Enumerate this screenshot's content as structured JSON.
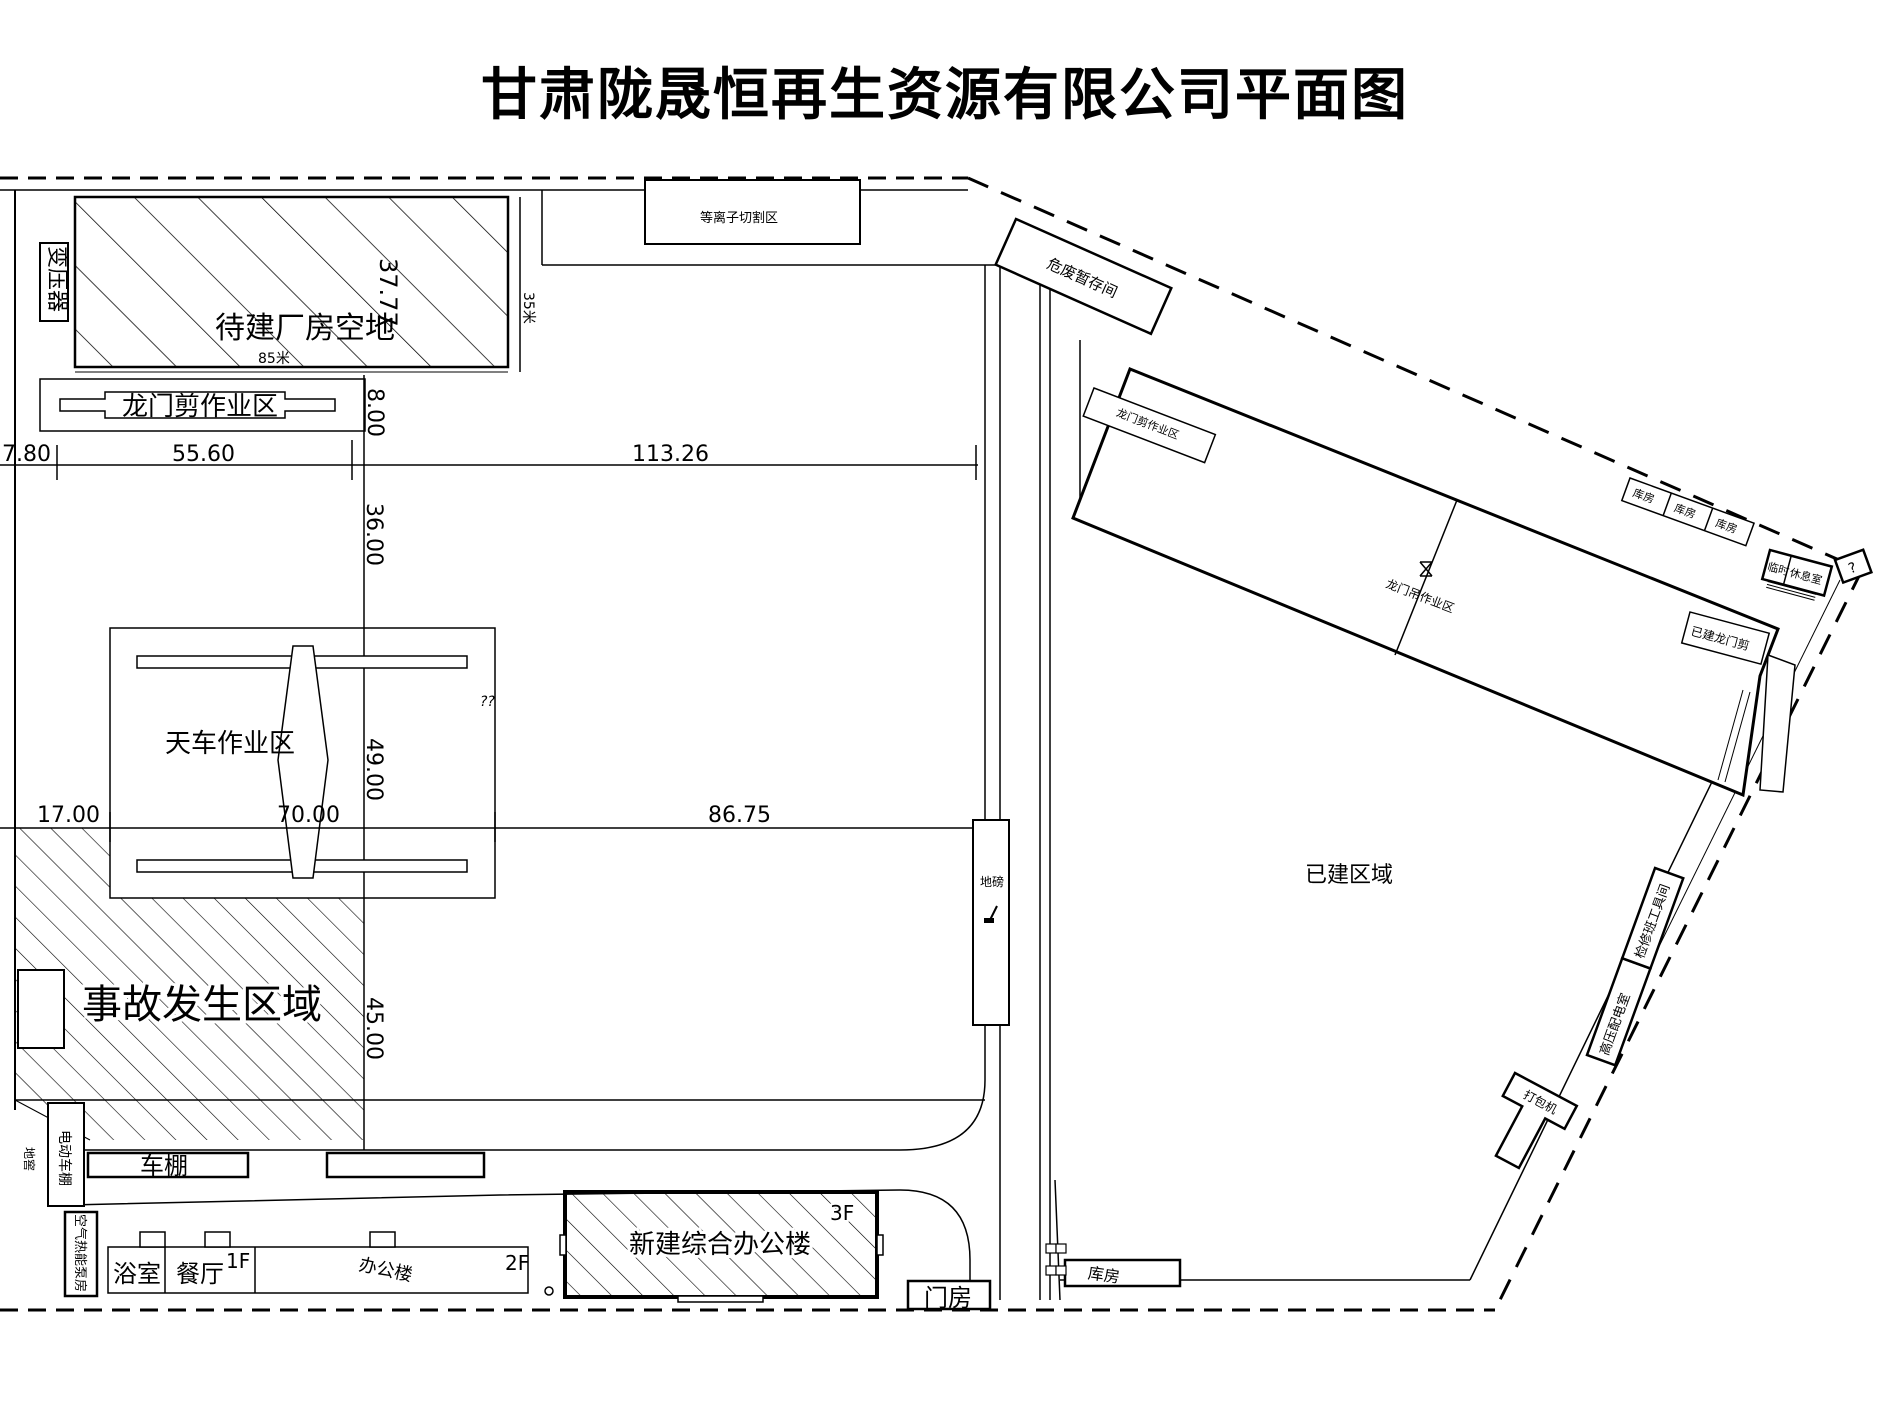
{
  "title": "甘肃陇晟恒再生资源有限公司平面图",
  "labels": {
    "plasma": "等离子切割区",
    "hazard": "危废暂存间",
    "transformer": "变压器",
    "vacant": "待建厂房空地",
    "dim_37": "37.77",
    "dim_35m": "35米",
    "dim_85m": "85米",
    "gantry_left": "龙门剪作业区",
    "dim_800": "8.00",
    "dim_780": "7.80",
    "dim_5560": "55.60",
    "dim_11326": "113.26",
    "dim_3600": "36.00",
    "crane": "天车作业区",
    "qq": "??",
    "dim_4900": "49.00",
    "dim_1700": "17.00",
    "dim_7000": "70.00",
    "dim_8675": "86.75",
    "scale": "地磅",
    "accident": "事故发生区域",
    "dim_4500": "45.00",
    "ebike": "电动车棚",
    "cellar": "地窖",
    "shed": "车棚",
    "heatpump": "空气热能泵房",
    "bath": "浴室",
    "canteen": "餐厅",
    "f1": "1F",
    "office": "办公楼",
    "f2": "2F",
    "newoffice": "新建综合办公楼",
    "f3": "3F",
    "gate": "门房",
    "store_bottom": "库房",
    "gantry_right": "龙门剪作业区",
    "gantry_crane": "龙门吊作业区",
    "store1": "库房",
    "store2": "库房",
    "store3": "库房",
    "temp_rest_a": "临时",
    "temp_rest_b": "休息室",
    "question": "?",
    "built_gantry": "已建龙门剪",
    "built_area": "已建区域",
    "hv_room": "高压配电室",
    "maint_room": "检修班工具间",
    "baler": "打包机"
  }
}
